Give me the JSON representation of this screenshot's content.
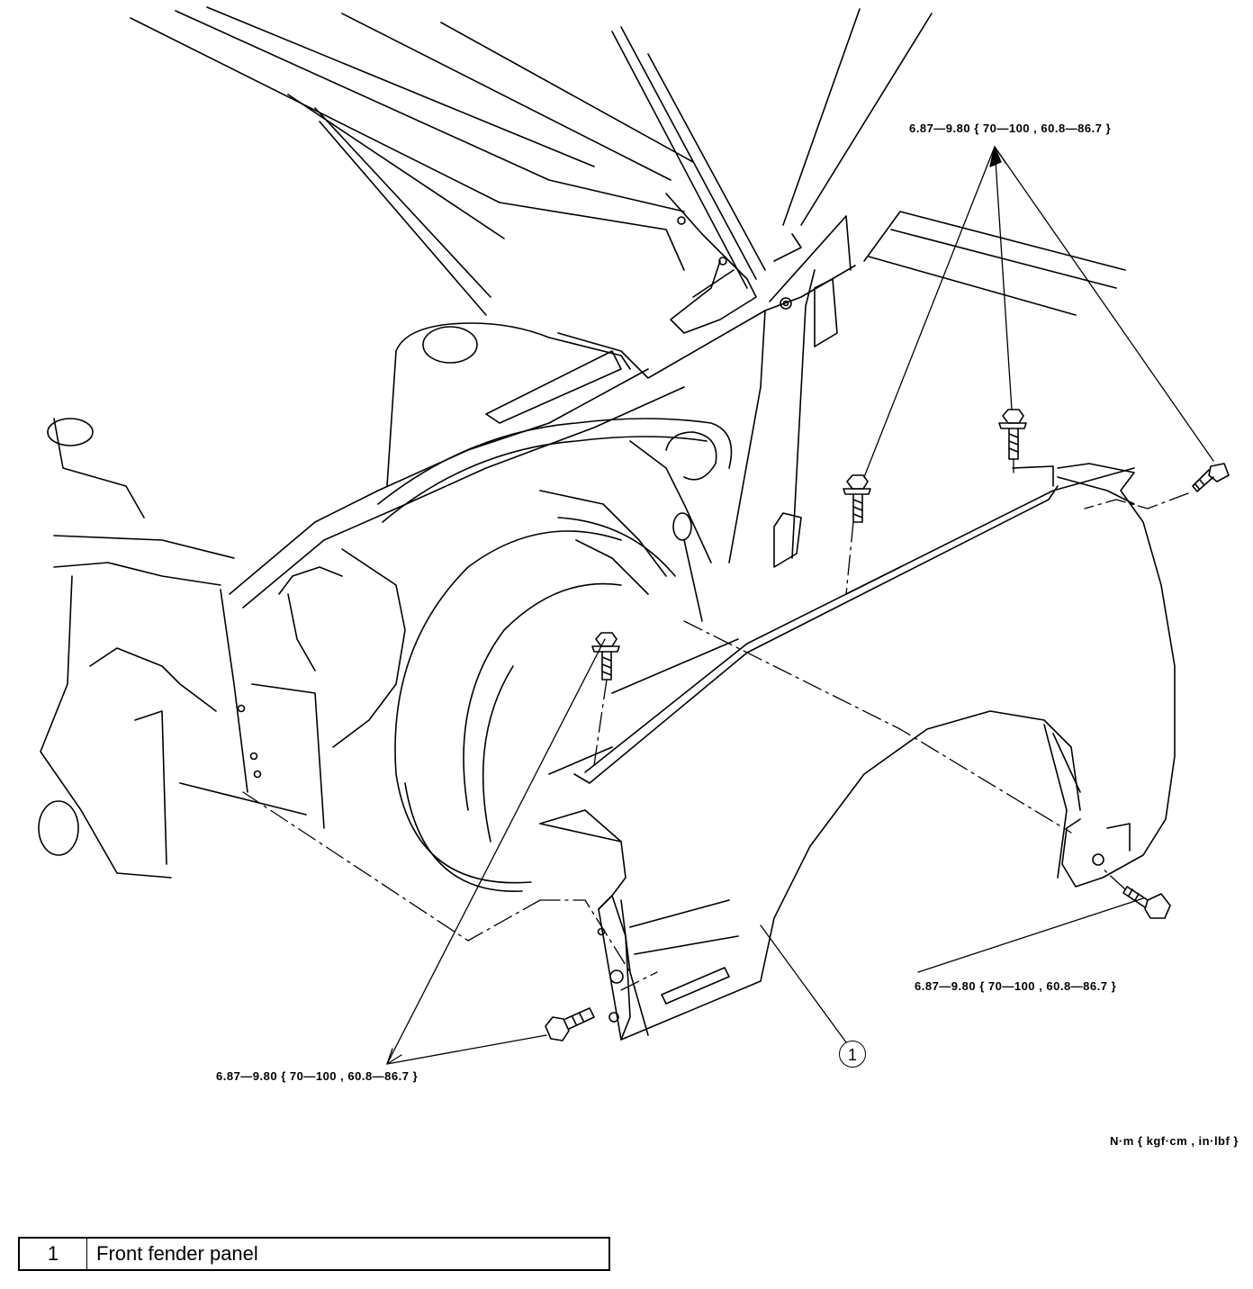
{
  "diagram": {
    "torque_specs": {
      "top": "6.87—9.80 { 70—100 , 60.8—86.7 }",
      "right": "6.87—9.80 { 70—100 , 60.8—86.7 }",
      "bottom": "6.87—9.80 { 70—100 , 60.8—86.7 }"
    },
    "units": "N·m { kgf·cm , in·lbf }",
    "callout_number": "1",
    "legend": [
      {
        "number": "1",
        "name": "Front fender panel"
      }
    ]
  }
}
